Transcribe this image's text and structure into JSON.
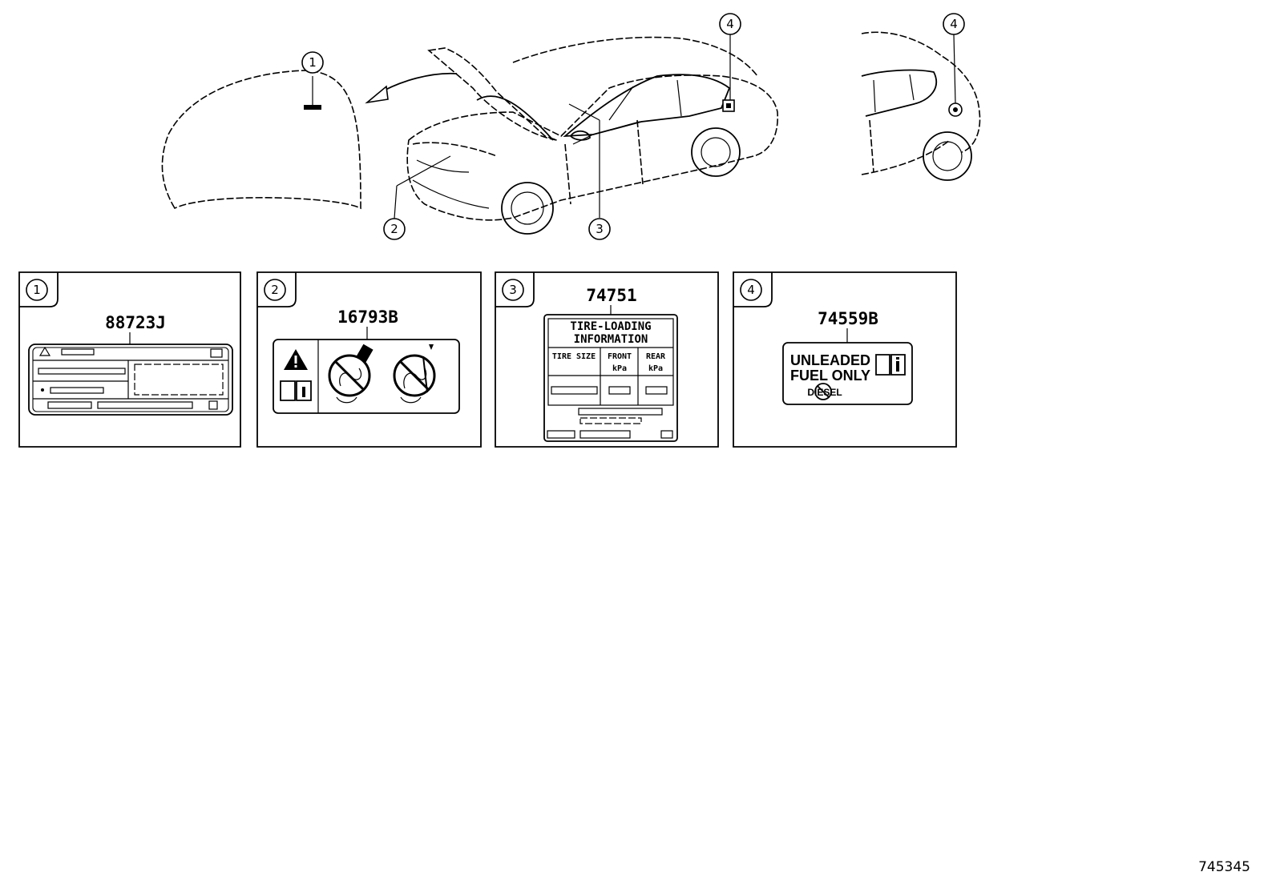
{
  "callouts": {
    "c1": "1",
    "c2": "2",
    "c3": "3",
    "c4": "4"
  },
  "parts": [
    {
      "callout": "1",
      "part_number": "88723J"
    },
    {
      "callout": "2",
      "part_number": "16793B"
    },
    {
      "callout": "3",
      "part_number": "74751"
    },
    {
      "callout": "4",
      "part_number": "74559B"
    }
  ],
  "tire_label": {
    "title_line1": "TIRE-LOADING",
    "title_line2": "INFORMATION",
    "col_tire_size": "TIRE SIZE",
    "col_front": "FRONT",
    "col_rear": "REAR",
    "unit": "kPa"
  },
  "fuel_label": {
    "line1": "UNLEADED",
    "line2": "FUEL ONLY",
    "prohibited": "DIESEL"
  },
  "figure_number": "745345",
  "icons": [
    "warning-triangle-icon",
    "manual-book-icon",
    "no-blower-icon",
    "no-spray-icon",
    "info-book-icon"
  ]
}
